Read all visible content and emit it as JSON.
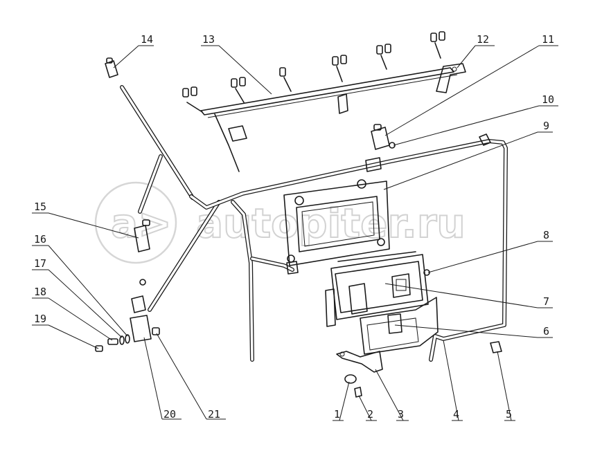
{
  "watermark": {
    "text": "autopiter.ru",
    "logo_glyph": "a>"
  },
  "callouts": [
    {
      "id": "1",
      "label": "1"
    },
    {
      "id": "2",
      "label": "2"
    },
    {
      "id": "3",
      "label": "3"
    },
    {
      "id": "4",
      "label": "4"
    },
    {
      "id": "5",
      "label": "5"
    },
    {
      "id": "6",
      "label": "6"
    },
    {
      "id": "7",
      "label": "7"
    },
    {
      "id": "8",
      "label": "8"
    },
    {
      "id": "9",
      "label": "9"
    },
    {
      "id": "10",
      "label": "10"
    },
    {
      "id": "11",
      "label": "11"
    },
    {
      "id": "12",
      "label": "12"
    },
    {
      "id": "13",
      "label": "13"
    },
    {
      "id": "14",
      "label": "14"
    },
    {
      "id": "15",
      "label": "15"
    },
    {
      "id": "16",
      "label": "16"
    },
    {
      "id": "17",
      "label": "17"
    },
    {
      "id": "18",
      "label": "18"
    },
    {
      "id": "19",
      "label": "19"
    },
    {
      "id": "20",
      "label": "20"
    },
    {
      "id": "21",
      "label": "21"
    }
  ]
}
